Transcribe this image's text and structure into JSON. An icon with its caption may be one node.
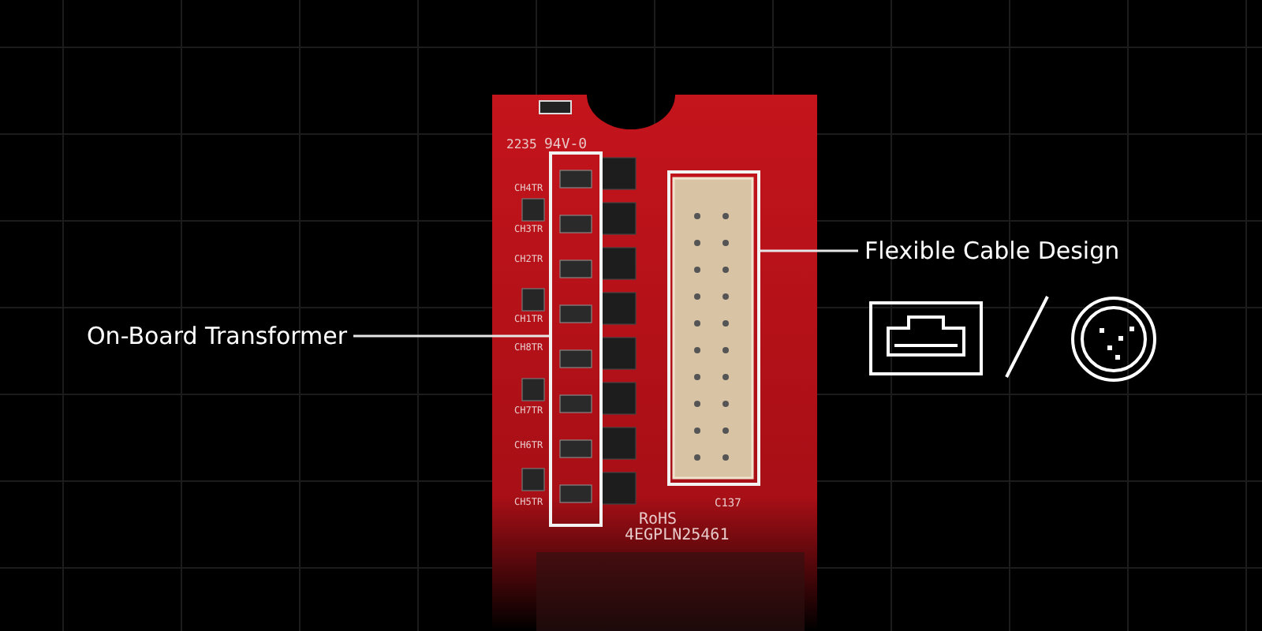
{
  "diagram": {
    "nodes": [
      {
        "text": [
          "On-Board Transformer"
        ]
      },
      {
        "text": [],
        "shape": "box"
      },
      {
        "text": [
          "Flexible Cable Design"
        ]
      },
      {
        "text": [],
        "shape": "box"
      }
    ],
    "edges": [
      {
        "from": 0,
        "to": 1,
        "arrow": "none"
      },
      {
        "from": 2,
        "to": 3,
        "arrow": "none"
      }
    ],
    "labels": [
      "2235",
      "94V-0",
      "CH4TR",
      "CH3TR",
      "CH2TR",
      "CH1TR",
      "CH8TR",
      "CH7TR",
      "CH6TR",
      "CH5TR",
      "C137",
      "RoHS",
      "4EGPLN25461"
    ]
  }
}
